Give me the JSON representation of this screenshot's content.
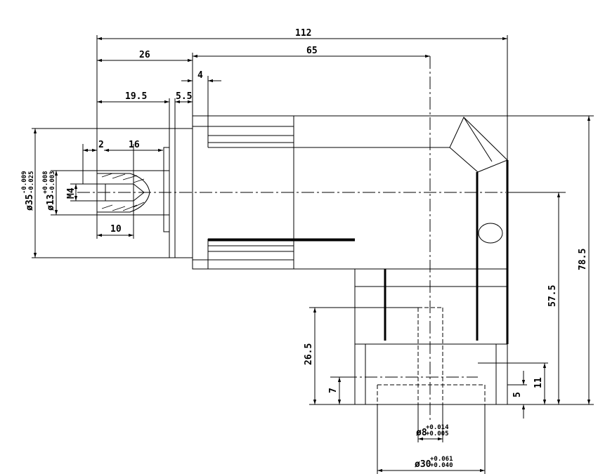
{
  "drawing": {
    "dimensions": {
      "overall_length": "112",
      "flange_to_face": "26",
      "body_length": "65",
      "step": "4",
      "shaft_length": "19.5",
      "flange_thickness": "5.5",
      "chamfer": "2",
      "thread_depth": "16",
      "key_length": "10",
      "total_height": "78.5",
      "center_height": "57.5",
      "base_to_top": "26.5",
      "base_offset": "7",
      "right_step": "11",
      "bottom_step": "5"
    },
    "diameters": {
      "pilot": {
        "nominal": "ø35",
        "upper": "-0.009",
        "lower": "-0.025"
      },
      "shaft": {
        "nominal": "ø13",
        "upper": "+0.008",
        "lower": "-0.003"
      },
      "thread": "M4",
      "output_bore": {
        "nominal": "ø8",
        "upper": "+0.014",
        "lower": "+0.005"
      },
      "output_pilot": {
        "nominal": "ø30",
        "upper": "+0.061",
        "lower": "+0.040"
      }
    }
  }
}
